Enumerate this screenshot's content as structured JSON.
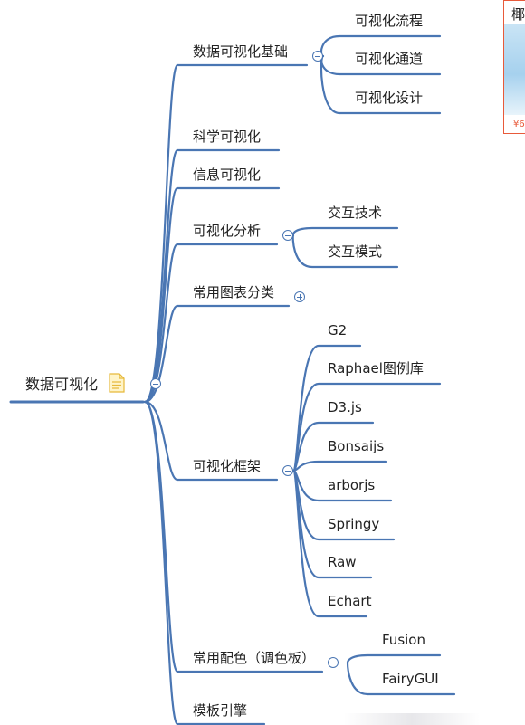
{
  "root": {
    "label": "数据可视化",
    "icon": "document-note-icon"
  },
  "branches": [
    {
      "label": "数据可视化基础",
      "toggle": "collapse",
      "children": [
        "可视化流程",
        "可视化通道",
        "可视化设计"
      ]
    },
    {
      "label": "科学可视化",
      "children": []
    },
    {
      "label": "信息可视化",
      "children": []
    },
    {
      "label": "可视化分析",
      "toggle": "collapse",
      "children": [
        "交互技术",
        "交互模式"
      ]
    },
    {
      "label": "常用图表分类",
      "toggle": "expand",
      "children": []
    },
    {
      "label": "可视化框架",
      "toggle": "collapse",
      "children": [
        "G2",
        "Raphael图例库",
        "D3.js",
        "Bonsaijs",
        "arborjs",
        "Springy",
        "Raw",
        "Echart"
      ]
    },
    {
      "label": "常用配色（调色板）",
      "toggle": "collapse",
      "children": [
        "Fusion",
        "FairyGUI"
      ]
    },
    {
      "label": "模板引擎",
      "children": []
    }
  ],
  "ad": {
    "char": "椰",
    "price": "¥6"
  },
  "colors": {
    "line": "#4a76b3",
    "text": "#222222",
    "ad_border": "#e85a3a"
  }
}
